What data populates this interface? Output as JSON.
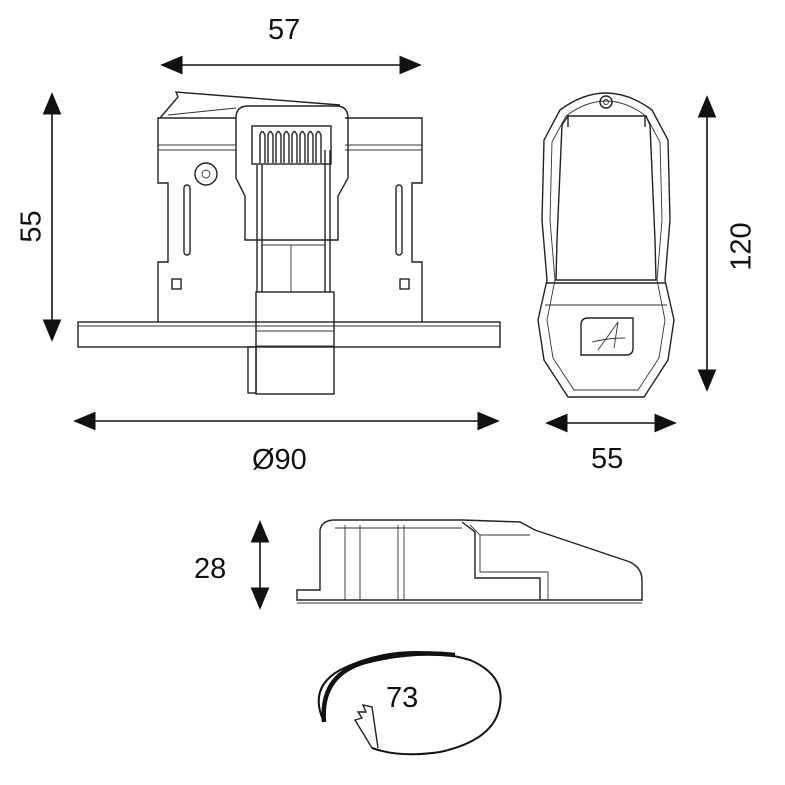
{
  "dimensions": {
    "front_width": "57",
    "front_height": "55",
    "flange_diameter": "Ø90",
    "side_length": "120",
    "side_width": "55",
    "bottom_height": "28",
    "cutout": "73"
  },
  "colors": {
    "line": "#222222",
    "background": "#ffffff"
  }
}
